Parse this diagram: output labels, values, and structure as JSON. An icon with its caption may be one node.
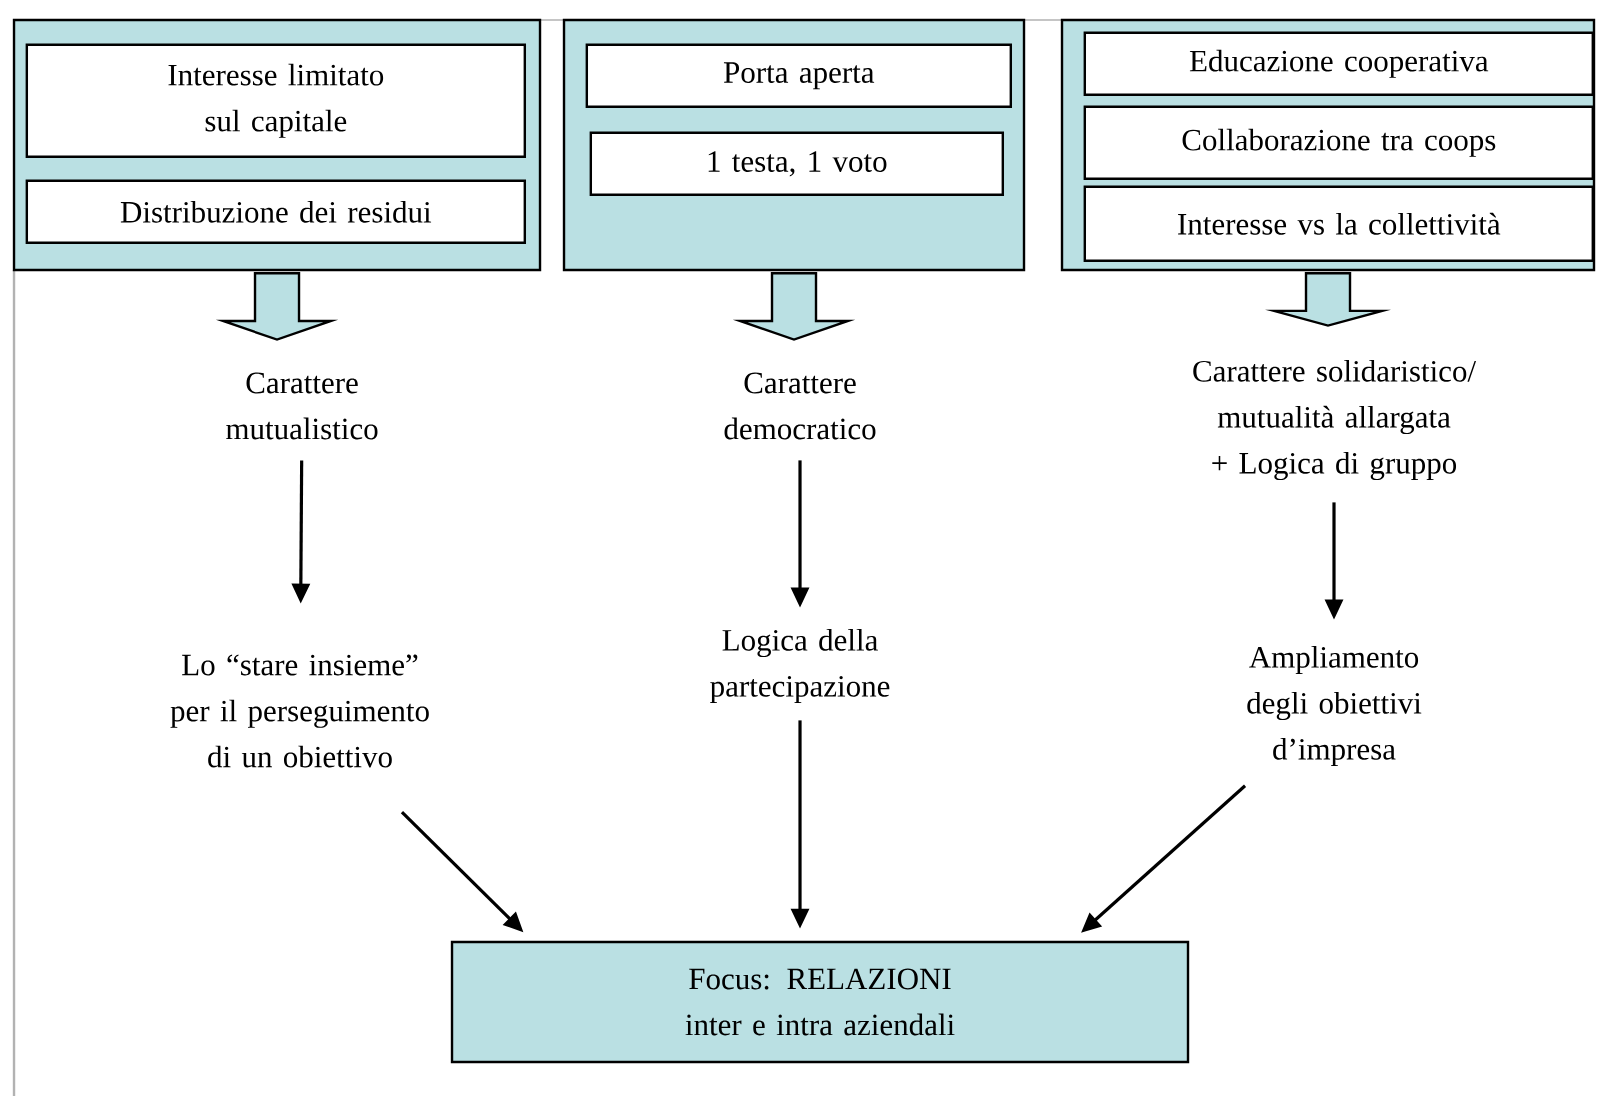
{
  "diagram": {
    "nodes": [
      {
        "text": [],
        "shape": "box"
      },
      {
        "text": [
          "Interesse limitato sul capitale"
        ],
        "in": 0
      },
      {
        "text": [
          "Distribuzione dei residui"
        ],
        "in": 0
      },
      {
        "text": [],
        "shape": "box"
      },
      {
        "text": [
          "Porta aperta"
        ],
        "in": 3
      },
      {
        "text": [
          "1 testa, 1 voto"
        ],
        "in": 3
      },
      {
        "text": [],
        "shape": "box"
      },
      {
        "text": [
          "Educazione cooperativa"
        ],
        "in": 6
      },
      {
        "text": [
          "Collaborazione tra coops"
        ],
        "in": 6
      },
      {
        "text": [
          "Interesse vs la collettività"
        ],
        "in": 6
      },
      {
        "text": [
          "Carattere mutualistico"
        ]
      },
      {
        "text": [
          "Carattere democratico"
        ]
      },
      {
        "text": [
          "Carattere solidaristico/ mutualità allargata + Logica di gruppo"
        ]
      },
      {
        "text": [
          "Lo “stare insieme” per il perseguimento di un obiettivo"
        ]
      },
      {
        "text": [
          "Logica della partecipazione"
        ]
      },
      {
        "text": [
          "Ampliamento degli obiettivi d’impresa"
        ]
      },
      {
        "text": [
          "Focus: RELAZIONI inter e intra aziendali"
        ]
      }
    ],
    "edges": [
      {
        "from": 0,
        "to": 10,
        "arrow": "to",
        "style": "thick"
      },
      {
        "from": 3,
        "to": 11,
        "arrow": "to",
        "style": "thick"
      },
      {
        "from": 6,
        "to": 12,
        "arrow": "to",
        "style": "thick"
      },
      {
        "from": 10,
        "to": 13,
        "arrow": "to"
      },
      {
        "from": 11,
        "to": 14,
        "arrow": "to"
      },
      {
        "from": 12,
        "to": 15,
        "arrow": "to"
      },
      {
        "from": 13,
        "to": 16,
        "arrow": "to"
      },
      {
        "from": 14,
        "to": 16,
        "arrow": "to"
      },
      {
        "from": 15,
        "to": 16,
        "arrow": "to"
      }
    ]
  }
}
